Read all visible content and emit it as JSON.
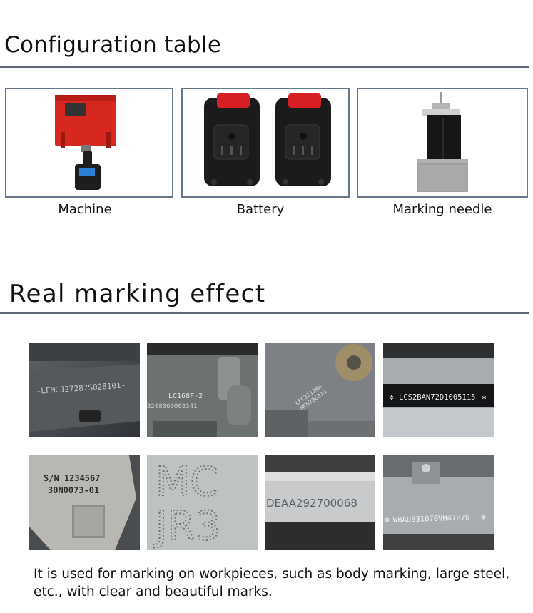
{
  "config": {
    "title": "Configuration table",
    "items": [
      {
        "label": "Machine"
      },
      {
        "label": "Battery"
      },
      {
        "label": "Marking needle"
      }
    ]
  },
  "effect": {
    "title": "Real marking effect",
    "marks": [
      "-LFMCJ27287S028101-",
      "LC168F-2",
      "3208060003341",
      "LCS2BAN72D1005115",
      "S/N 1234567",
      "30N0073-01",
      "DEAA292700068",
      "WBAUB31070VH47870"
    ],
    "caption": "It is used for marking on workpieces, such as body marking, large steel, etc., with clear and beautiful marks."
  },
  "colors": {
    "rule": "#5c6675",
    "box_border": "#67788a",
    "machine_red": "#d6281e",
    "battery_black": "#1b1b1b"
  }
}
